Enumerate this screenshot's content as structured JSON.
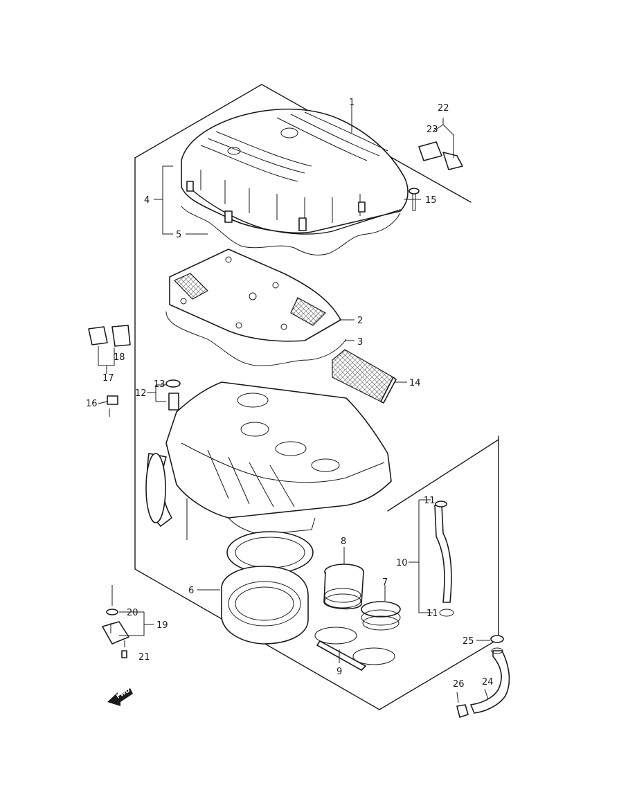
{
  "callouts": {
    "c1": "1",
    "c2": "2",
    "c3": "3",
    "c4": "4",
    "c5": "5",
    "c6": "6",
    "c7": "7",
    "c8": "8",
    "c9": "9",
    "c10": "10",
    "c11a": "11",
    "c11b": "11",
    "c12": "12",
    "c13": "13",
    "c14": "14",
    "c15": "15",
    "c16": "16",
    "c17": "17",
    "c18": "18",
    "c19": "19",
    "c20": "20",
    "c21": "21",
    "c22": "22",
    "c23": "23",
    "c24": "24",
    "c25": "25",
    "c26": "26"
  },
  "direction": {
    "fwd": "FWD"
  }
}
